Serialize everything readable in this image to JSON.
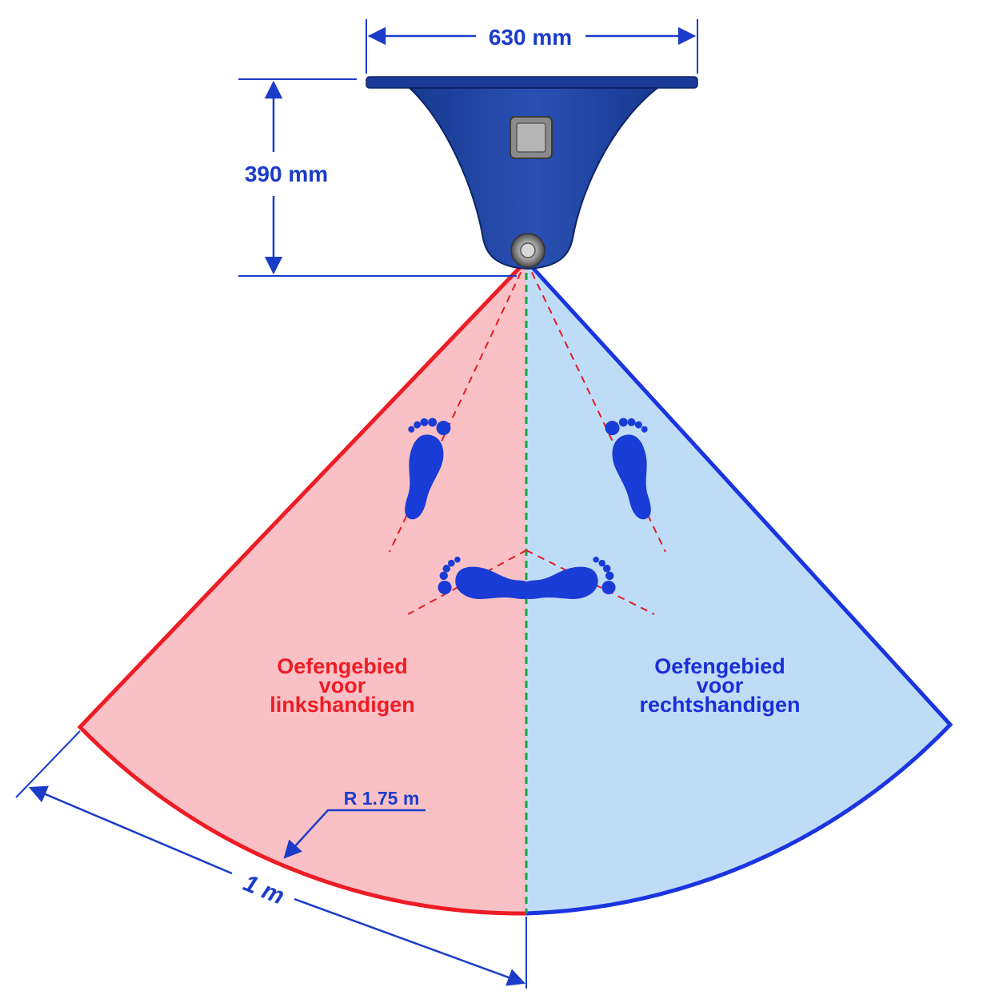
{
  "dimensions": {
    "width": "630 mm",
    "height": "390 mm",
    "radius": "R 1.75 m",
    "arc_width": "1 m"
  },
  "zones": {
    "left": {
      "line1": "Oefengebied",
      "line2": "voor",
      "line3": "linkshandigen"
    },
    "right": {
      "line1": "Oefengebied",
      "line2": "voor",
      "line3": "rechtshandigen"
    }
  },
  "colors": {
    "dimension_blue": "#1a3cc8",
    "mount_blue": "#1f3f9a",
    "left_zone": "#f9c1c6",
    "left_border": "#ee1c25",
    "right_zone": "#bfdcf7",
    "right_border": "#1a35e0",
    "center_line": "#1aa34a",
    "footprint": "#1a3cd6"
  }
}
